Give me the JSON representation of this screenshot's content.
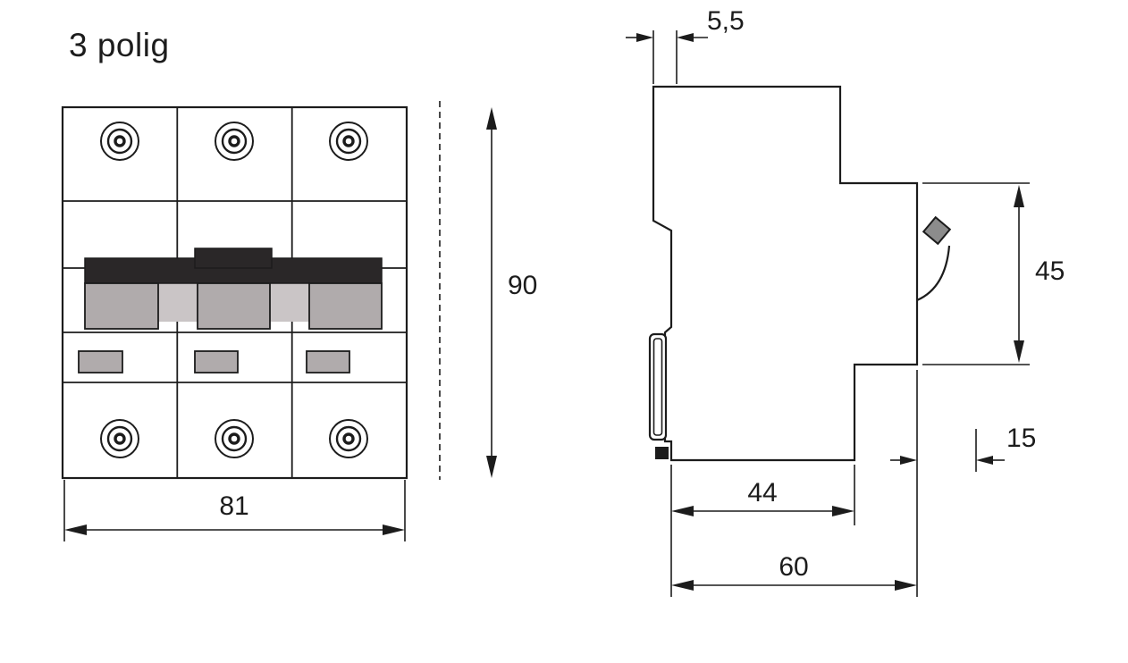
{
  "title": "3 polig",
  "colors": {
    "ink": "#1c1c1c",
    "dark_fill": "#2a2728",
    "gray_fill": "#b0abac",
    "light_gray_fill": "#cac5c6",
    "latch_fill": "#8c8c8c",
    "background": "#ffffff"
  },
  "front_view": {
    "width_dim": "81",
    "height_dim": "90"
  },
  "side_view": {
    "top_dim": "5,5",
    "height_dim": "45",
    "offset_dim": "15",
    "body_depth_dim": "44",
    "total_depth_dim": "60"
  }
}
